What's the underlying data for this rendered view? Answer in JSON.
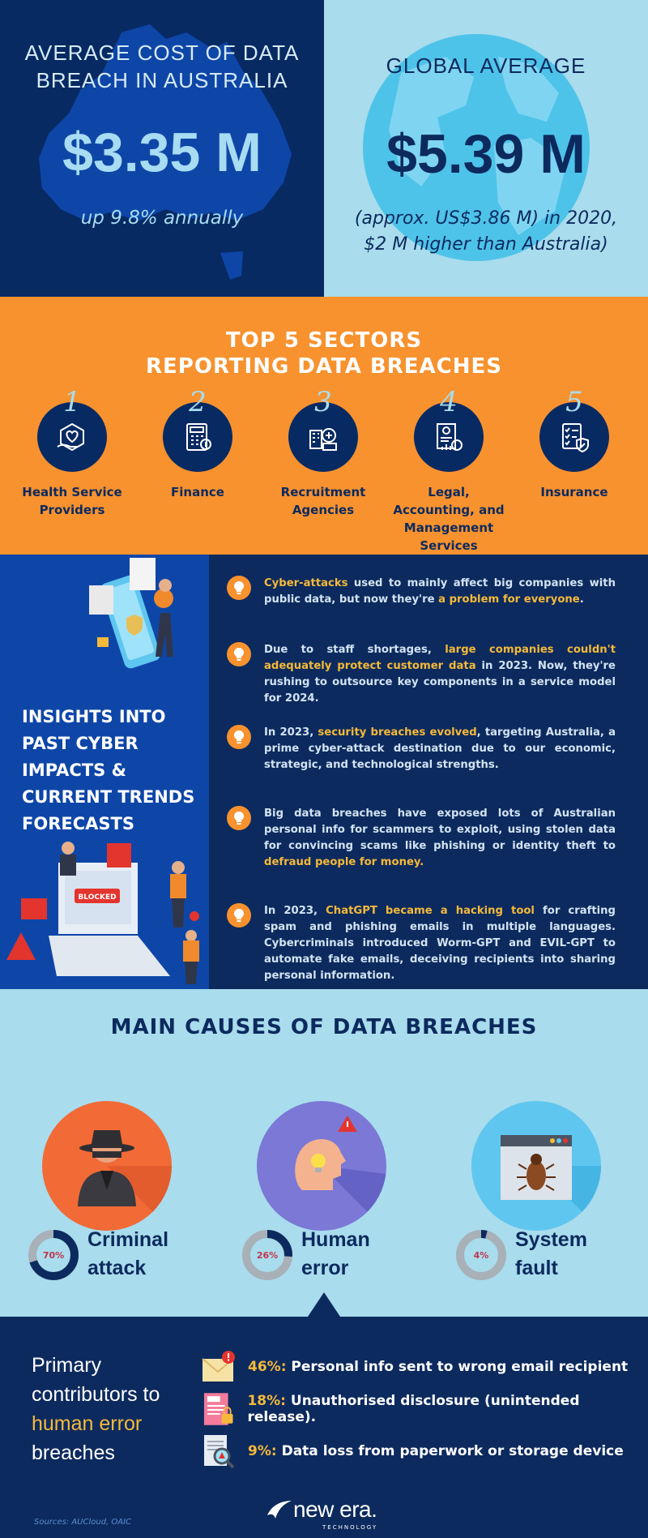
{
  "hero": {
    "left_label": "AVERAGE COST OF DATA BREACH IN AUSTRALIA",
    "left_value": "$3.35 M",
    "left_sub": "up 9.8% annually",
    "right_label": "GLOBAL AVERAGE",
    "right_value": "$5.39 M",
    "right_sub_1": "(approx. US$3.86 M) in 2020,",
    "right_sub_2": "$2 M higher than Australia)"
  },
  "sectors": {
    "title_1": "TOP 5 SECTORS",
    "title_2": "REPORTING DATA BREACHES",
    "items": [
      {
        "num": "1",
        "name": "Health Service Providers",
        "icon": "heart-hand-icon"
      },
      {
        "num": "2",
        "name": "Finance",
        "icon": "calculator-icon"
      },
      {
        "num": "3",
        "name": "Recruitment Agencies",
        "icon": "briefcase-icon"
      },
      {
        "num": "4",
        "name": "Legal, Accounting, and Management Services",
        "icon": "report-chart-icon"
      },
      {
        "num": "5",
        "name": "Insurance",
        "icon": "checklist-shield-icon"
      }
    ]
  },
  "insights": {
    "heading": "INSIGHTS INTO PAST CYBER IMPACTS & CURRENT TRENDS FORECASTS",
    "items": [
      {
        "parts": [
          {
            "t": "Cyber-attacks",
            "h": true
          },
          {
            "t": " used to mainly affect big companies with public data, but now they're ",
            "h": false
          },
          {
            "t": "a problem for everyone",
            "h": true
          },
          {
            "t": ".",
            "h": false
          }
        ]
      },
      {
        "parts": [
          {
            "t": "Due to staff shortages, ",
            "h": false
          },
          {
            "t": "large companies couldn't adequately protect customer data",
            "h": true
          },
          {
            "t": " in 2023. Now, they're rushing to outsource key components in a service model for 2024.",
            "h": false
          }
        ]
      },
      {
        "parts": [
          {
            "t": "In 2023, ",
            "h": false
          },
          {
            "t": "security breaches evolved",
            "h": true
          },
          {
            "t": ", targeting Australia, a prime cyber-attack destination due to our economic, strategic, and technological strengths.",
            "h": false
          }
        ]
      },
      {
        "parts": [
          {
            "t": "Big data breaches have exposed lots of Australian personal info for scammers to exploit, using stolen data for convincing scams like phishing or identity theft to ",
            "h": false
          },
          {
            "t": "defraud people for money.",
            "h": true
          }
        ]
      },
      {
        "parts": [
          {
            "t": "In 2023, ",
            "h": false
          },
          {
            "t": "ChatGPT became a hacking tool",
            "h": true
          },
          {
            "t": " for crafting spam and phishing emails in multiple languages. Cybercriminals introduced Worm-GPT and EVIL-GPT to automate fake emails, deceiving recipients into sharing personal information.",
            "h": false
          }
        ]
      }
    ]
  },
  "illus_text": {
    "blocked": "BLOCKED"
  },
  "causes": {
    "title": "MAIN CAUSES OF DATA BREACHES",
    "items": [
      {
        "pct_label": "70%",
        "value": 70,
        "line1": "Criminal",
        "line2": "attack",
        "icon": "hacker-icon"
      },
      {
        "pct_label": "26%",
        "value": 26,
        "line1": "Human",
        "line2": "error",
        "icon": "idea-head-icon"
      },
      {
        "pct_label": "4%",
        "value": 4,
        "line1": "System",
        "line2": "fault",
        "icon": "bug-window-icon"
      }
    ]
  },
  "contributors": {
    "heading_1": "Primary",
    "heading_2": "contributors to",
    "heading_3": "human error",
    "heading_4": "breaches",
    "items": [
      {
        "pct": "46%:",
        "text": " Personal info sent to wrong email recipient",
        "icon": "email-alert-icon"
      },
      {
        "pct": "18%:",
        "text": " Unauthorised disclosure (unintended release).",
        "icon": "nda-document-icon"
      },
      {
        "pct": "9%:",
        "text": " Data loss from paperwork or storage device",
        "icon": "document-search-icon"
      }
    ]
  },
  "footer": {
    "sources": "Sources:  AUCloud, OAIC",
    "logo_word": "new era.",
    "logo_tag": "TECHNOLOGY"
  },
  "colors": {
    "navy": "#0c2a5e",
    "orange": "#f7922f",
    "light_blue": "#a9dcec",
    "highlight": "#f5b93a"
  }
}
